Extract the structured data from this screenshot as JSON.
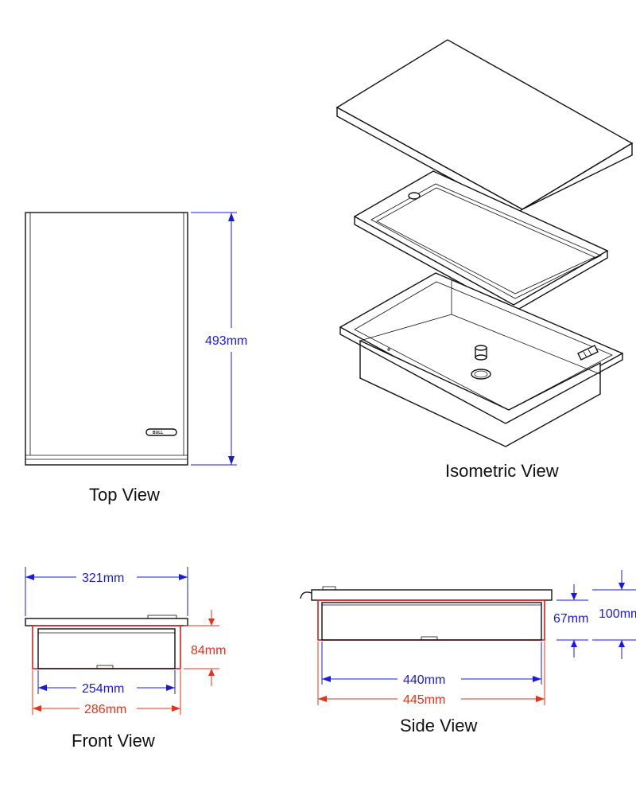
{
  "views": {
    "top": "Top View",
    "isometric": "Isometric View",
    "front": "Front View",
    "side": "Side View"
  },
  "badge_text": "BULL",
  "dimensions": {
    "top_length": "493mm",
    "front_width_overall": "321mm",
    "front_width_inner": "254mm",
    "front_width_outer": "286mm",
    "front_height": "84mm",
    "side_length_inner": "440mm",
    "side_length_outer": "445mm",
    "side_depth_box": "67mm",
    "side_depth_total": "100mm"
  },
  "colors": {
    "line": "#111111",
    "dimension_blue": "#1a1adf",
    "dimension_red": "#e8301a"
  }
}
